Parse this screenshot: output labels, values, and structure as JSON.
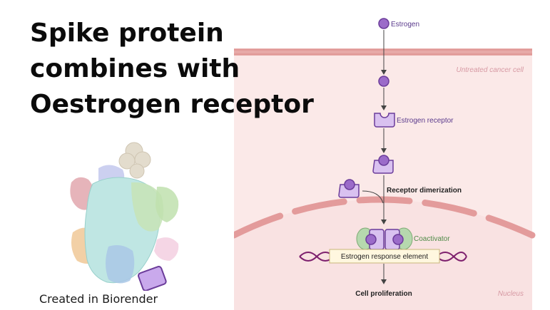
{
  "title": {
    "line1": "Spike protein",
    "line2": "combines with",
    "line3": "Oestrogen receptor"
  },
  "caption": "Created in Biorender",
  "diagram": {
    "estrogen_label": "Estrogen",
    "cell_label": "Untreated cancer cell",
    "receptor_label": "Estrogen receptor",
    "dimerization_label": "Receptor dimerization",
    "coactivator_label": "Coactivator",
    "response_element_label": "Estrogen response element",
    "proliferation_label": "Cell proliferation",
    "nucleus_label": "Nucleus"
  },
  "colors": {
    "estrogen": "#9b6bc9",
    "receptor": "#d9c1f0",
    "coactivator": "#b6d8ae",
    "cell_fill": "#fbe9e8",
    "membrane": "#e7a1a1",
    "dna": "#7d1f6d"
  }
}
